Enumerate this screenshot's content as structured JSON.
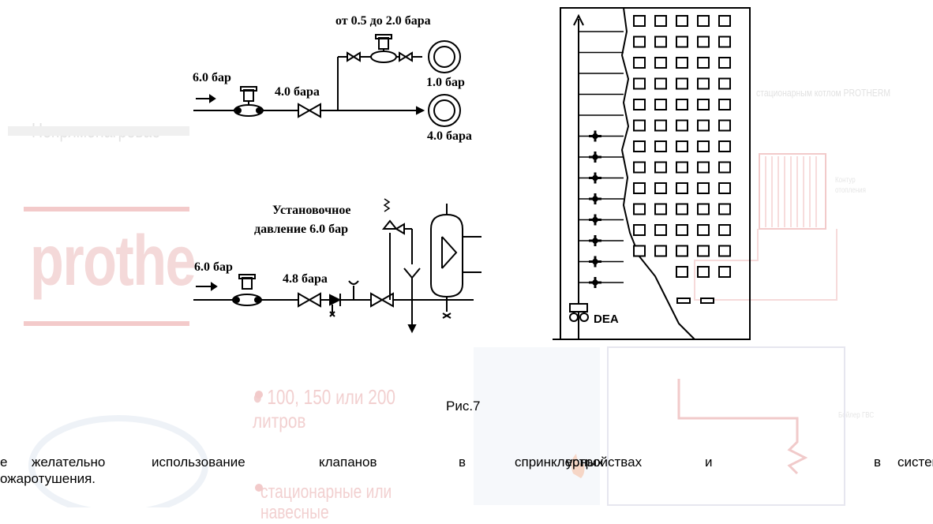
{
  "watermark": {
    "heading": "Непрямонагревае",
    "brand": "prothe",
    "bullet1_line1": "100, 150 или 200",
    "bullet1_line2": "литров",
    "bullet2_line1": "стационарные или",
    "bullet2_line2": "навесные",
    "right_title": "стационарным котлом PROTHERM",
    "right_label1": "Контур отопления",
    "right_label2": "Бойлер ГВС"
  },
  "diagram_top": {
    "range_label": "от 0.5 до 2.0 бара",
    "inlet_label": "6.0 бар",
    "mid_label": "4.0 бара",
    "outlet_upper_label": "1.0 бар",
    "outlet_lower_label": "4.0 бара"
  },
  "diagram_bottom": {
    "setting_line1": "Установочное",
    "setting_line2": "давление 6.0 бар",
    "inlet_label": "6.0 бар",
    "mid_label": "4.8 бара"
  },
  "building": {
    "label": "DEA"
  },
  "caption": "Рис.7",
  "body_text": {
    "line1_words": [
      "е",
      "желательно",
      "использование",
      "клапанов",
      "в",
      "спринклерных",
      "устройствах",
      "и",
      "в",
      "систем"
    ],
    "line2": "ожаротушения."
  }
}
